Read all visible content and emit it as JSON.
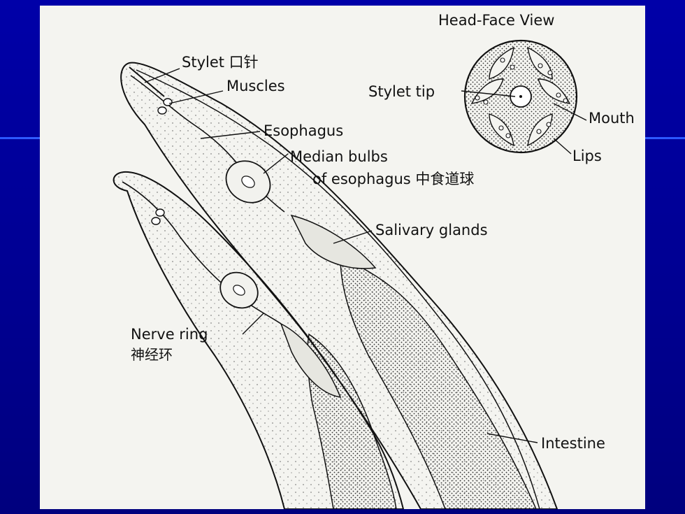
{
  "slide": {
    "colors": {
      "background": "#0000a8",
      "panel": "#f4f4f0",
      "ink": "#111111",
      "accent_rule": "#3d66ff"
    }
  },
  "figure": {
    "inset": {
      "title": "Head-Face View",
      "stylet_tip": "Stylet tip",
      "mouth": "Mouth",
      "lips": "Lips"
    },
    "labels": {
      "stylet": "Stylet 口针",
      "muscles": "Muscles",
      "esophagus": "Esophagus",
      "median_bulbs_1": "Median bulbs",
      "median_bulbs_2": "of esophagus 中食道球",
      "salivary_glands": "Salivary glands",
      "nerve_ring": "Nerve ring",
      "nerve_ring_cn": "神经环",
      "intestine": "Intestine"
    }
  }
}
